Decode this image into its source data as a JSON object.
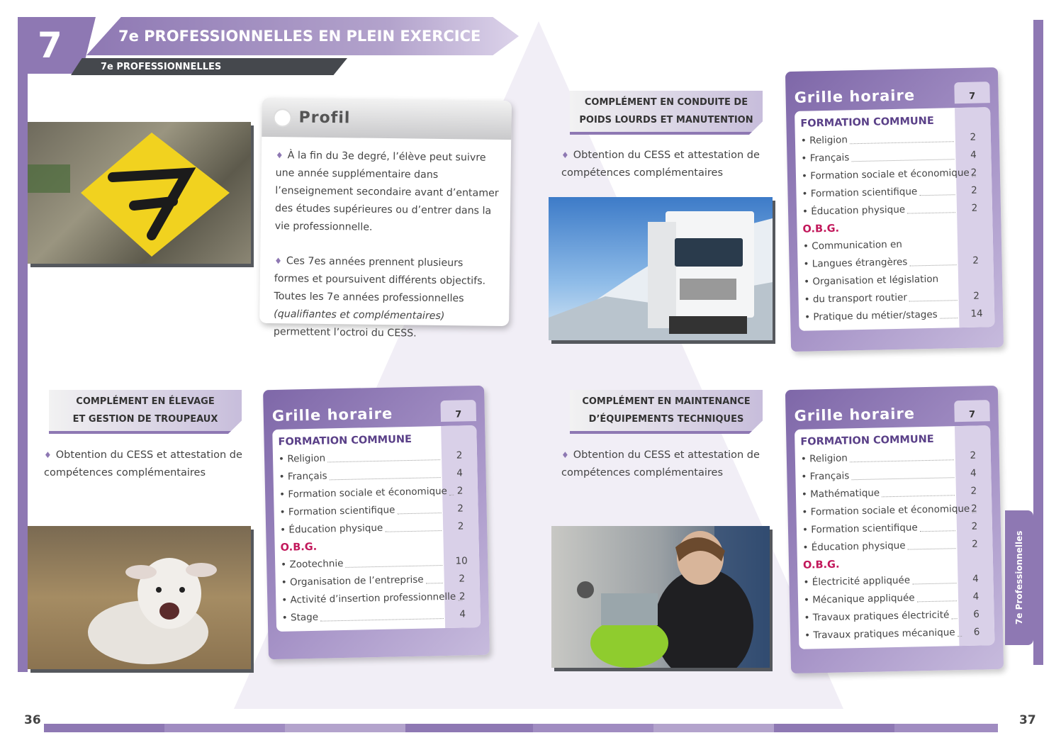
{
  "header": {
    "number": "7",
    "title": "7e PROFESSIONNELLES EN PLEIN EXERCICE",
    "subtitle": "7e PROFESSIONNELLES"
  },
  "profile": {
    "title": "Profil",
    "p1": "À la fin du 3e degré, l’élève peut suivre une année supplémentaire dans l’enseignement secondaire avant d’entamer des études supérieures ou d’entrer dans la vie professionnelle.",
    "p2a": "Ces 7es années prennent plusieurs formes et poursuivent différents objectifs. Toutes les 7e années professionnelles ",
    "p2b": "(qualifiantes et complémentaires)",
    "p2c": " permettent l’octroi du CESS."
  },
  "block1": {
    "label1": "COMPLÉMENT EN CONDUITE DE",
    "label2": "POIDS LOURDS ET MANUTENTION",
    "text": "Obtention du CESS et attestation de compétences complémentaires"
  },
  "block2": {
    "label1": "COMPLÉMENT EN ÉLEVAGE",
    "label2": "ET GESTION DE TROUPEAUX",
    "text": "Obtention du CESS et attestation de compétences complémentaires"
  },
  "block3": {
    "label1": "COMPLÉMENT EN MAINTENANCE",
    "label2": "D’ÉQUIPEMENTS TECHNIQUES",
    "text": "Obtention du CESS et attestation de compétences complémentaires"
  },
  "grid_title": "Grille horaire",
  "grid_col": "7",
  "sec_common": "FORMATION COMMUNE",
  "sec_obg": "O.B.G.",
  "grid1": {
    "common": [
      [
        "Religion",
        "2"
      ],
      [
        "Français",
        "4"
      ],
      [
        "Formation sociale et économique",
        "2"
      ],
      [
        "Formation scientifique",
        "2"
      ],
      [
        "Éducation physique",
        "2"
      ]
    ],
    "obg": [
      [
        "Communication en",
        ""
      ],
      [
        "Langues étrangères",
        "2"
      ],
      [
        "Organisation et législation",
        ""
      ],
      [
        "du transport routier",
        "2"
      ],
      [
        "Pratique du métier/stages",
        "14"
      ]
    ]
  },
  "grid2": {
    "common": [
      [
        "Religion",
        "2"
      ],
      [
        "Français",
        "4"
      ],
      [
        "Formation sociale et économique",
        "2"
      ],
      [
        "Formation scientifique",
        "2"
      ],
      [
        "Éducation physique",
        "2"
      ]
    ],
    "obg": [
      [
        "Zootechnie",
        "10"
      ],
      [
        "Organisation de l’entreprise",
        "2"
      ],
      [
        "Activité d’insertion professionnelle",
        "2"
      ],
      [
        "Stage",
        "4"
      ]
    ]
  },
  "grid3": {
    "common": [
      [
        "Religion",
        "2"
      ],
      [
        "Français",
        "4"
      ],
      [
        "Mathématique",
        "2"
      ],
      [
        "Formation sociale et économique",
        "2"
      ],
      [
        "Formation scientifique",
        "2"
      ],
      [
        "Éducation physique",
        "2"
      ]
    ],
    "obg": [
      [
        "Électricité appliquée",
        "4"
      ],
      [
        "Mécanique appliquée",
        "4"
      ],
      [
        "Travaux pratiques électricité",
        "6"
      ],
      [
        "Travaux pratiques mécanique",
        "6"
      ]
    ]
  },
  "side_tab": "7e Professionnelles",
  "page_left": "36",
  "page_right": "37",
  "colors": {
    "accent": "#8e78b3",
    "dark": "#45484d",
    "obg": "#c2185b"
  }
}
